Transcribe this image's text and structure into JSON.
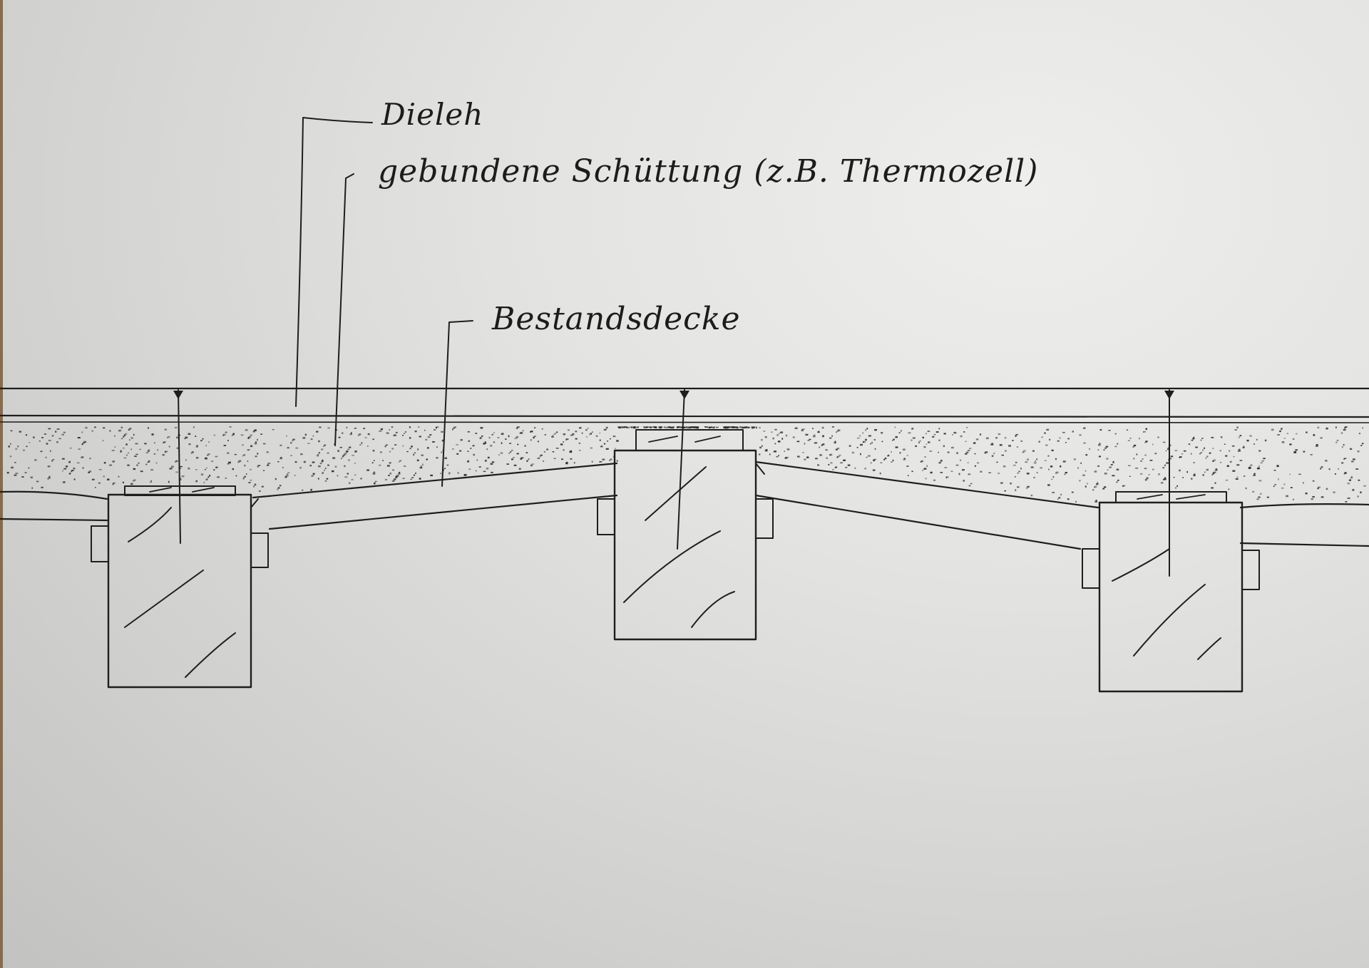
{
  "labels": {
    "dielen": "Dieleh",
    "schuettung": "gebundene Schüttung (z.B. Thermozell)",
    "bestandsdecke": "Bestandsdecke"
  },
  "colors": {
    "ink": "#1e1e1e",
    "paper": "#e4e4e2",
    "background": "#c9c9c9"
  }
}
